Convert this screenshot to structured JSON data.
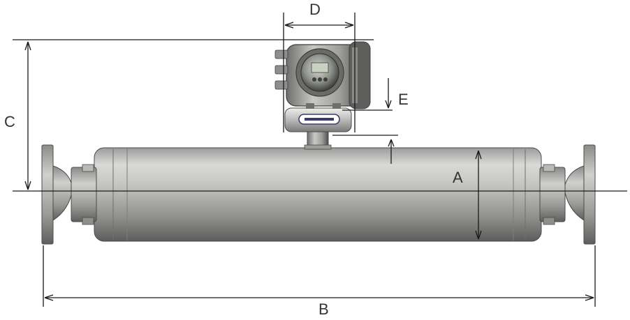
{
  "diagram": {
    "dimension_labels": {
      "a": "A",
      "b": "B",
      "c": "C",
      "d": "D",
      "e": "E"
    },
    "colors": {
      "background": "#ffffff",
      "line": "#1a1a1a",
      "body_light": "#e2e3e1",
      "body_mid": "#a9aaa7",
      "body_dark": "#5f605d",
      "label": "#333333"
    },
    "parts": [
      "flow-tube",
      "inlet-flange",
      "outlet-flange",
      "converter-housing",
      "display-window",
      "nameplate",
      "neck"
    ]
  }
}
